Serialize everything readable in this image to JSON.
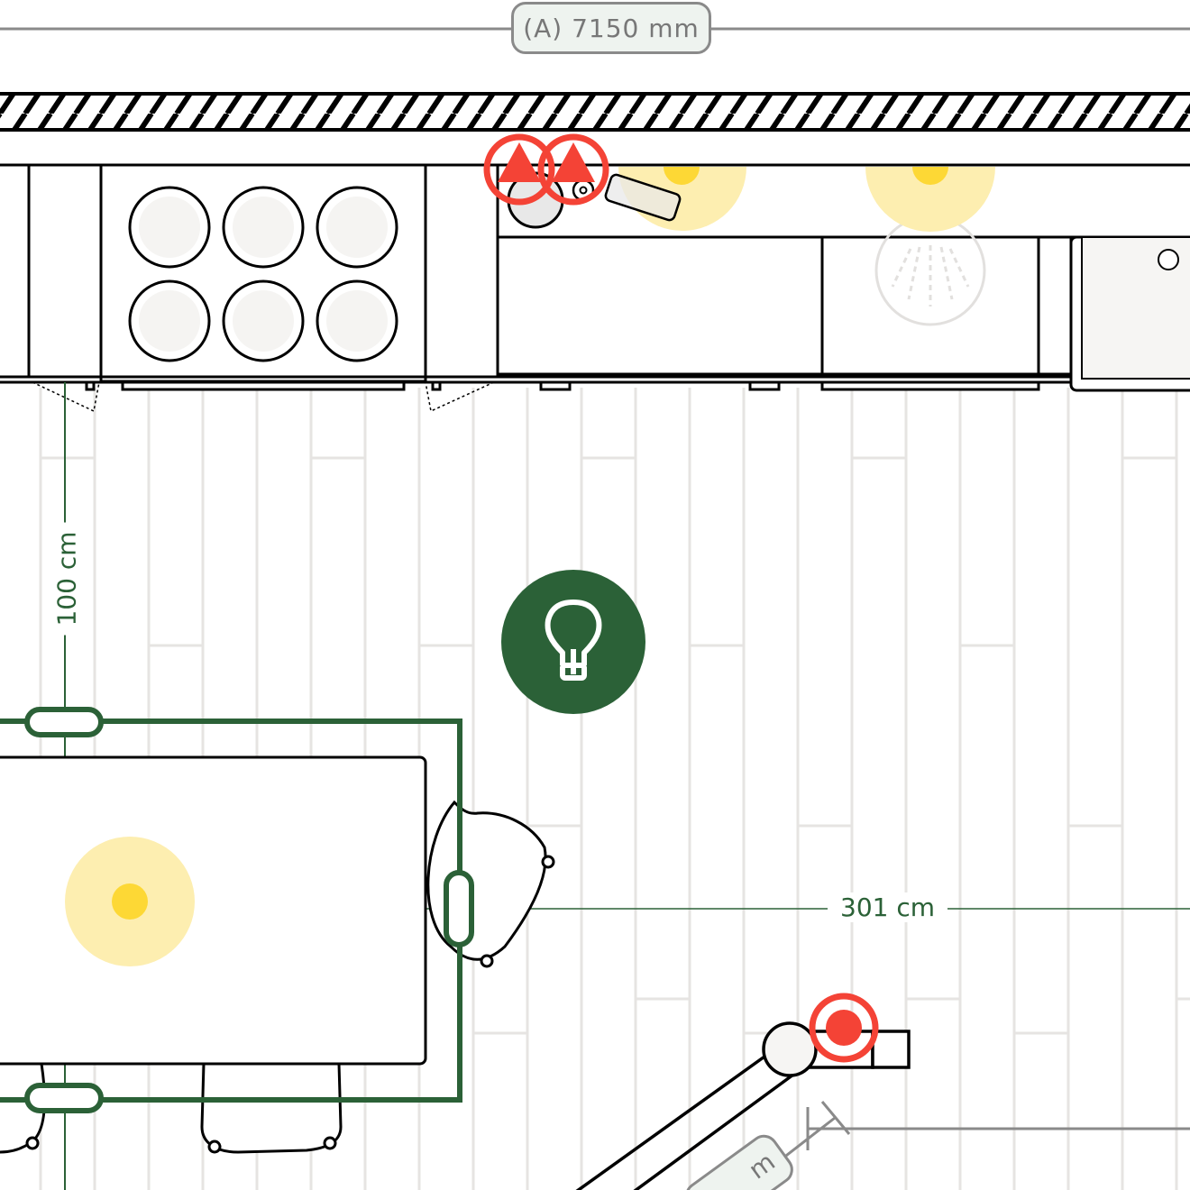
{
  "dimensions": {
    "overall_width": "(A) 7150 mm",
    "clearance_vertical": "100 cm",
    "clearance_horizontal": "301 cm",
    "diagonal_partial": "m"
  },
  "icons": {
    "light_button": "lightbulb-icon",
    "warnings": [
      "warning-triangle-icon",
      "warning-triangle-icon"
    ],
    "target": "target-icon"
  },
  "colors": {
    "accent_green": "#2b6137",
    "warning_red": "#f44336",
    "light_yellow": "#fdeeb0",
    "light_core": "#fdd835",
    "floor_lines": "#e6e4e2"
  }
}
